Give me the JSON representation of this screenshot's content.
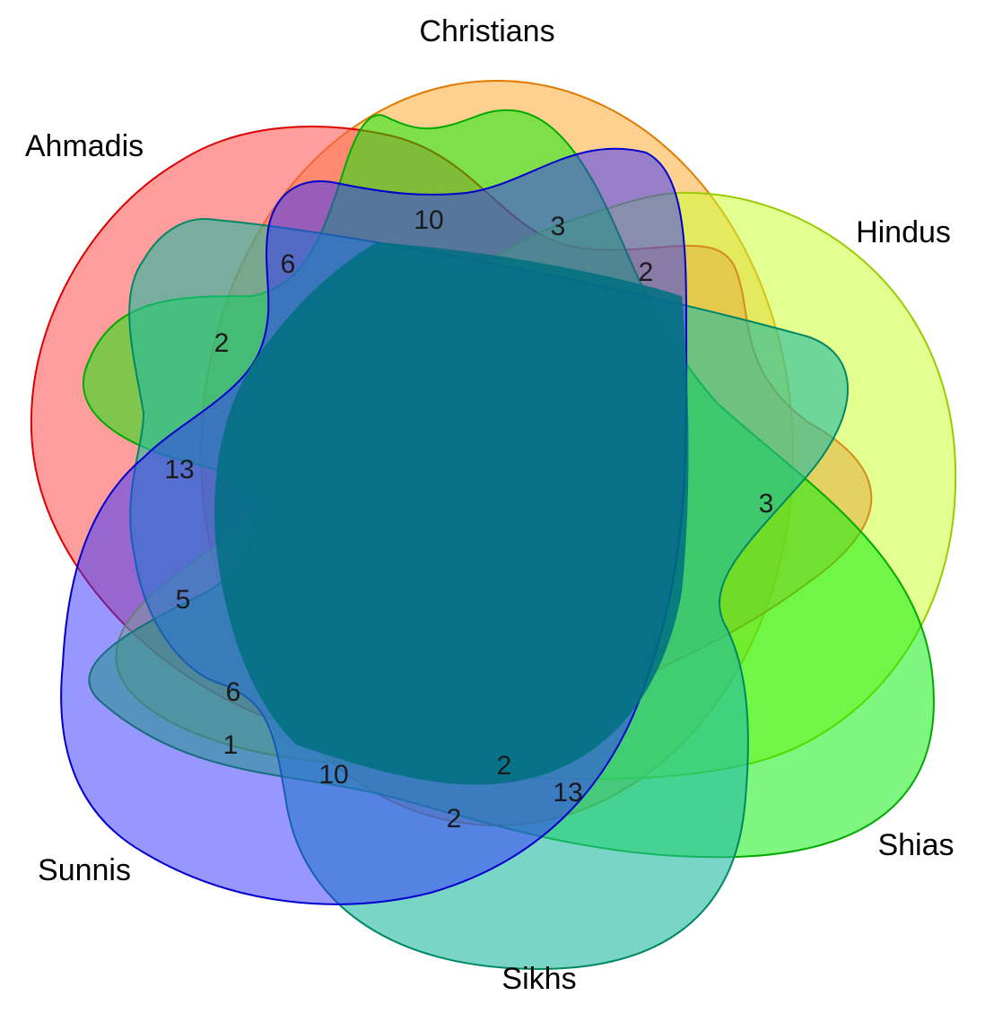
{
  "sets": [
    {
      "key": "christians",
      "label": "Christians",
      "fill": "#ffb347",
      "stroke": "#e07b00"
    },
    {
      "key": "ahmadis",
      "label": "Ahmadis",
      "fill": "#ff5a5a",
      "stroke": "#dd0000"
    },
    {
      "key": "hindus",
      "label": "Hindus",
      "fill": "#ccff33",
      "stroke": "#99cc00"
    },
    {
      "key": "shias",
      "label": "Shias",
      "fill": "#00ee00",
      "stroke": "#00aa00"
    },
    {
      "key": "sikhs",
      "label": "Sikhs",
      "fill": "#20bba0",
      "stroke": "#008866"
    },
    {
      "key": "sunnis",
      "label": "Sunnis",
      "fill": "#5050ff",
      "stroke": "#0000cc"
    }
  ],
  "region_counts": [
    "10",
    "3",
    "2",
    "6",
    "2",
    "13",
    "3",
    "5",
    "6",
    "1",
    "10",
    "2",
    "2",
    "13"
  ]
}
